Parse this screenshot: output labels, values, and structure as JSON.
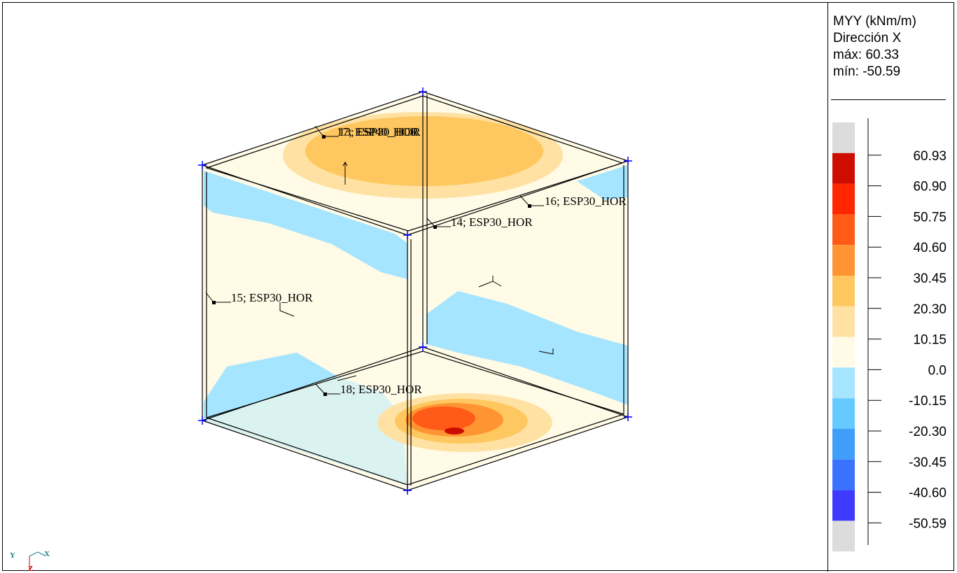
{
  "legend": {
    "quantity": "MYY (kNm/m)",
    "direction": "Dirección X",
    "max_text": "máx: 60.33",
    "min_text": "mín: -50.59",
    "bands": [
      {
        "label": "60.93",
        "color": "#cc0d00"
      },
      {
        "label": "60.90",
        "color": "#ff2600"
      },
      {
        "label": "50.75",
        "color": "#ff5a18"
      },
      {
        "label": "40.60",
        "color": "#ff9433"
      },
      {
        "label": "30.45",
        "color": "#ffc75f"
      },
      {
        "label": "20.30",
        "color": "#ffe2a3"
      },
      {
        "label": "10.15",
        "color": "#fffbe6"
      },
      {
        "label": "0.0",
        "color": "#a6e5ff"
      },
      {
        "label": "-10.15",
        "color": "#66c9ff"
      },
      {
        "label": "-20.30",
        "color": "#3f9ef8"
      },
      {
        "label": "-30.45",
        "color": "#3a72ff"
      },
      {
        "label": "-40.60",
        "color": "#3f3aff"
      },
      {
        "label": "-50.59",
        "color": "#dcdcdc"
      }
    ],
    "out_of_range_color": "#dcdcdc"
  },
  "panels": [
    {
      "label": "13; ESP30_HOR"
    },
    {
      "label": "17; ESP40_HOR"
    },
    {
      "label": "16; ESP30_HOR"
    },
    {
      "label": "14; ESP30_HOR"
    },
    {
      "label": "15; ESP30_HOR"
    },
    {
      "label": "18; ESP30_HOR"
    }
  ],
  "axes": {
    "x": "X",
    "y": "Y",
    "z": "Z"
  },
  "colors": {
    "node_marker": "#0000ff",
    "axis_x": "#1a7a8a",
    "axis_z": "#d00000",
    "edge": "#000000"
  }
}
